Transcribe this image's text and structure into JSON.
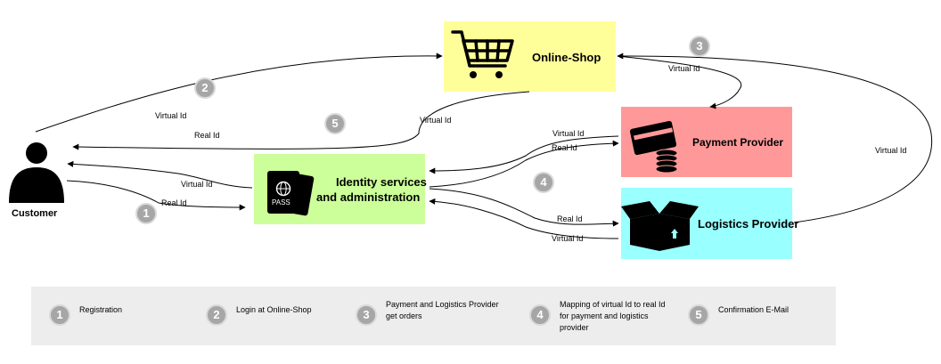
{
  "nodes": {
    "customer": "Customer",
    "online_shop": "Online-Shop",
    "payment_provider": "Payment Provider",
    "logistics_provider": "Logistics Provider",
    "identity_line1": "Identity services",
    "identity_line2": "and administration",
    "pass_text": "PASS"
  },
  "edge_labels": {
    "virtual_id": "Virtual Id",
    "real_id": "Real Id"
  },
  "steps": [
    "1",
    "2",
    "3",
    "4",
    "5"
  ],
  "legend": [
    {
      "num": "1",
      "text": "Registration"
    },
    {
      "num": "2",
      "text": "Login at Online-Shop"
    },
    {
      "num": "3",
      "text": "Payment and Logistics Provider get orders"
    },
    {
      "num": "4",
      "text": "Mapping of virtual Id to real Id for payment and logistics provider"
    },
    {
      "num": "5",
      "text": "Confirmation E-Mail"
    }
  ],
  "colors": {
    "online_shop": "#ffff99",
    "payment_provider": "#ff9999",
    "logistics_provider": "#99ffff",
    "identity": "#ccff99",
    "step_circle": "#a6a6a6",
    "legend_bg": "#ededed"
  }
}
